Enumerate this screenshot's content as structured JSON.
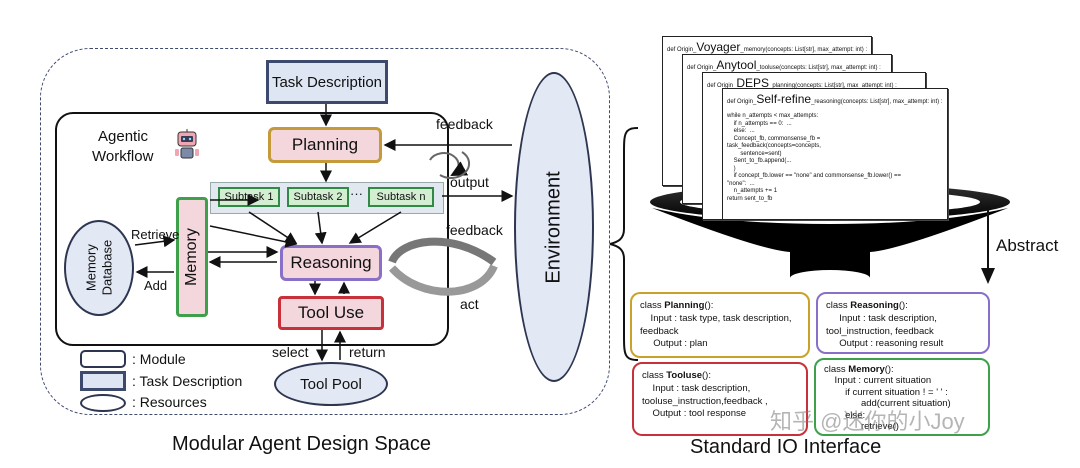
{
  "left": {
    "caption": "Modular Agent Design Space",
    "workflow_label_1": "Agentic",
    "workflow_label_2": "Workflow",
    "task_description": "Task Description",
    "planning": "Planning",
    "reasoning": "Reasoning",
    "tool_use": "Tool Use",
    "memory": "Memory",
    "memory_database": "Memory Database",
    "tool_pool": "Tool Pool",
    "environment": "Environment",
    "subtasks": [
      "Subtask 1",
      "Subtask 2",
      "Subtask n"
    ],
    "ellipsis": "···",
    "edges": {
      "feedback_top": "feedback",
      "output": "output",
      "feedback_mid": "feedback",
      "act": "act",
      "retrieve": "Retrieve",
      "add": "Add",
      "select": "select",
      "return": "return"
    },
    "legend": [
      ": Module",
      ": Task Description",
      ": Resources"
    ]
  },
  "right": {
    "caption": "Standard IO Interface",
    "abstract": "Abstract",
    "code_cards": [
      {
        "name": "Voyager",
        "pre": "def Origin_",
        "post": "_memory(concepts: List[str], max_attempt: int) :"
      },
      {
        "name": "Anytool",
        "pre": "def Origin_",
        "post": "_tooluse(concepts: List[str], max_attempt: int) :"
      },
      {
        "name": "DEPS",
        "pre": "def Origin_",
        "post": "_planning(concepts: List[str], max_attempt: int) :"
      },
      {
        "name": "Self-refine",
        "pre": "def Origin_",
        "post": "_reasoning(concepts: List[str], max_attempt: int) :"
      }
    ],
    "code_body": [
      "while n_attempts < max_attempts:",
      "    if n_attempts == 0:  ...",
      "    else:  ...",
      "    Concept_fb, commonsense_fb =",
      "task_feedback(concepts=concepts,",
      "        sentence=sent)",
      "    Sent_to_fb.append(...",
      "    )",
      "    if concept_fb.lower == \"none\" and commonsense_fb.lower() ==",
      "\"none\":  ...",
      "    n_attempts += 1",
      "return sent_to_fb"
    ],
    "classes": [
      {
        "kw": "class ",
        "name": "Planning",
        "suffix": "():",
        "lines": [
          "    Input : task type, task description,",
          "feedback",
          "     Output : plan"
        ],
        "color": "#c9a22a"
      },
      {
        "kw": "class ",
        "name": "Reasoning",
        "suffix": "():",
        "lines": [
          "     Input : task description,",
          "tool_instruction, feedback",
          "     Output : reasoning result"
        ],
        "color": "#8a6fc9"
      },
      {
        "kw": "class ",
        "name": "Tooluse",
        "suffix": "():",
        "lines": [
          "    Input : task description,",
          "tooluse_instruction,feedback ,",
          "    Output : tool response"
        ],
        "color": "#c6313a"
      },
      {
        "kw": "class ",
        "name": "Memory",
        "suffix": "():",
        "lines": [
          "    Input : current situation",
          "        if current situation ! = ' ' :",
          "              add(current situation)",
          "        else:",
          "              retrieve()"
        ],
        "color": "#3fa04c"
      }
    ]
  },
  "watermark": "知乎 @迷你的小Joy"
}
